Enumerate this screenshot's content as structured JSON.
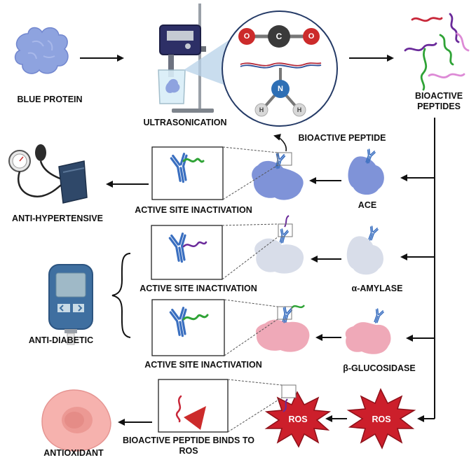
{
  "labels": {
    "blue_protein": "BLUE  PROTEIN",
    "ultrasonication": "ULTRASONICATION",
    "bioactive_peptides_line1": "BIOACTIVE",
    "bioactive_peptides_line2": "PEPTIDES",
    "bioactive_peptide_callout": "BIOACTIVE PEPTIDE",
    "active_site_1": "ACTIVE SITE INACTIVATION",
    "active_site_2": "ACTIVE SITE INACTIVATION",
    "active_site_3": "ACTIVE SITE INACTIVATION",
    "ace": "ACE",
    "alpha_amylase": "α-AMYLASE",
    "beta_glucosidase": "β-GLUCOSIDASE",
    "anti_hypertensive": "ANTI-HYPERTENSIVE",
    "anti_diabetic": "ANTI-DIABETIC",
    "antioxidant": "ANTIOXIDANT",
    "binds_line1": "BIOACTIVE PEPTIDE BINDS TO",
    "binds_line2": "ROS",
    "ros_1": "ROS",
    "ros_2": "ROS",
    "molecule_o_left": "O",
    "molecule_c": "C",
    "molecule_o_right": "O",
    "molecule_n": "N",
    "molecule_h_left": "H",
    "molecule_h_right": "H"
  },
  "colors": {
    "protein_blue": "#8ea3df",
    "enzyme_ace": "#7f93d8",
    "enzyme_amylase": "#d8dde9",
    "enzyme_glucosidase": "#efa9b8",
    "ros_red": "#cc1f2b",
    "antibody_blue": "#3a6fc0",
    "peptide_green": "#2fa336",
    "peptide_purple": "#6a2a9a",
    "peptide_red": "#c8283a",
    "peptide_pink": "#dd8ad6",
    "cell_pink": "#f6b2ae"
  }
}
